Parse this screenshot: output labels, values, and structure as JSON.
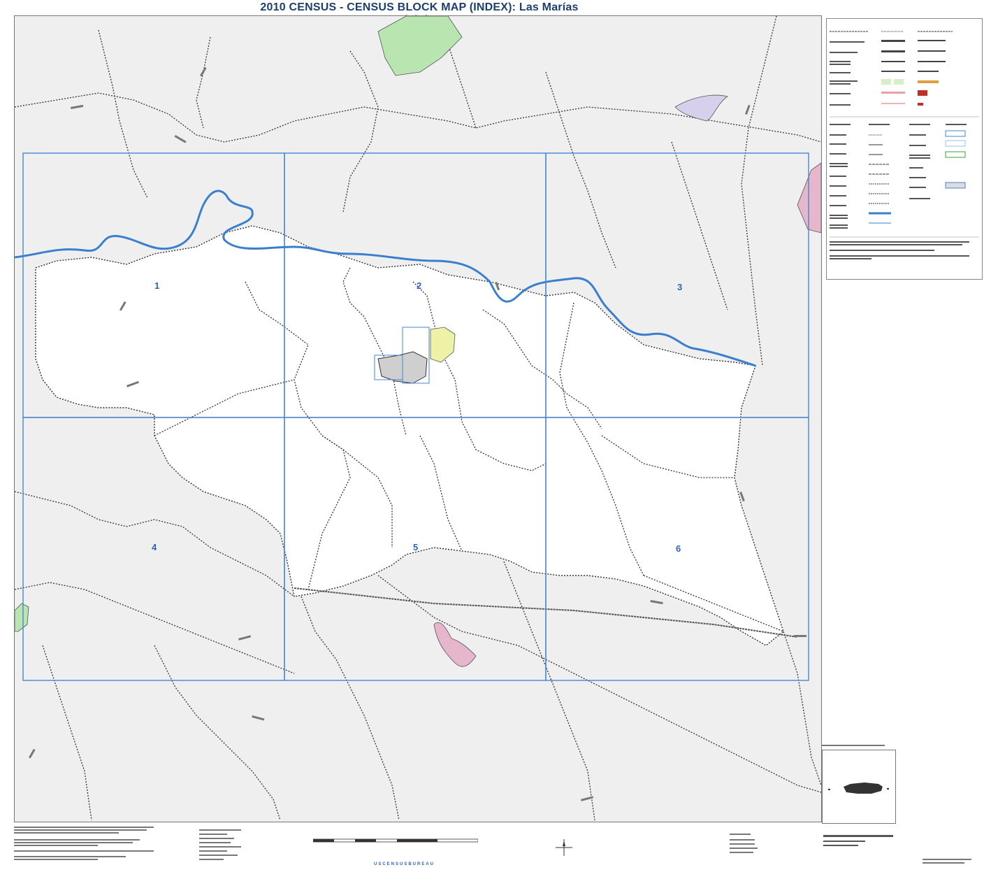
{
  "title": "2010 CENSUS - CENSUS BLOCK MAP (INDEX): Las Marías Municipio, PR",
  "map": {
    "sheets": [
      {
        "label": "1"
      },
      {
        "label": "2"
      },
      {
        "label": "3"
      },
      {
        "label": "4"
      },
      {
        "label": "5"
      },
      {
        "label": "6"
      }
    ],
    "colors": {
      "sheet_grid": "#4a86d0",
      "river": "#3a7fce",
      "municipio_fill": "#ffffff",
      "outside_fill": "#efefef",
      "boundary": "#333333",
      "place_green": "#b9e6b0",
      "place_yellow": "#eef2a6",
      "place_pink": "#e6b6cc",
      "place_lavender": "#d6d0ec",
      "road_label": "#666666"
    }
  },
  "footer": {
    "census_logo": "USCENSUSBUREAU"
  }
}
